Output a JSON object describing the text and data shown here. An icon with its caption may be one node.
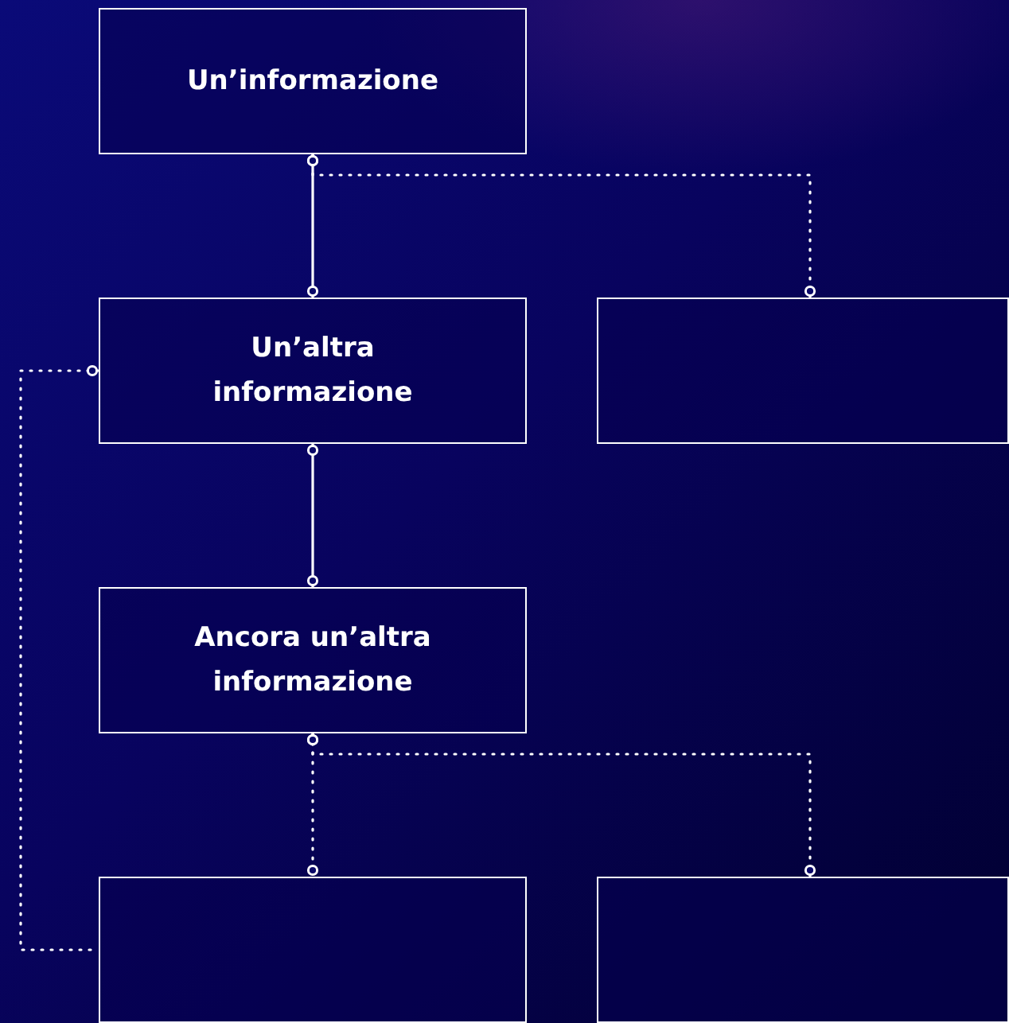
{
  "diagram": {
    "nodes": [
      {
        "text": [
          "Un’informazione"
        ]
      },
      {
        "text": [
          "Un’altra informazione"
        ]
      },
      {
        "text": [],
        "shape": "box"
      },
      {
        "text": [
          "Ancora un’altra informazione"
        ]
      },
      {
        "text": [],
        "shape": "box"
      },
      {
        "text": [],
        "shape": "box"
      }
    ],
    "edges": [
      {
        "from": 0,
        "to": 1,
        "arrow": "other"
      },
      {
        "from": 0,
        "to": 2,
        "arrow": "other",
        "style": "dashed"
      },
      {
        "from": 1,
        "to": 3,
        "arrow": "other"
      },
      {
        "from": 1,
        "to": 4,
        "arrow": "other",
        "style": "dashed"
      },
      {
        "from": 3,
        "to": 4,
        "arrow": "other",
        "style": "dashed"
      },
      {
        "from": 3,
        "to": 5,
        "arrow": "other",
        "style": "dashed"
      }
    ]
  }
}
